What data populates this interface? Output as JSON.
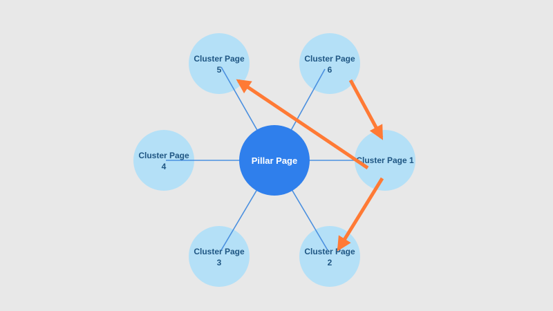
{
  "colors": {
    "background": "#e8e8e8",
    "pillar": "#2f7fec",
    "cluster": "#b4e0f7",
    "cluster_text": "#1f5683",
    "connector": "#4a8fdf",
    "arrow": "#ff7a35"
  },
  "pillar": {
    "label": "Pillar Page"
  },
  "clusters": [
    {
      "id": "1",
      "line1": "Cluster Page 1",
      "line2": ""
    },
    {
      "id": "2",
      "line1": "Cluster Page",
      "line2": "2"
    },
    {
      "id": "3",
      "line1": "Cluster Page",
      "line2": "3"
    },
    {
      "id": "4",
      "line1": "Cluster Page",
      "line2": "4"
    },
    {
      "id": "5",
      "line1": "Cluster Page",
      "line2": "5"
    },
    {
      "id": "6",
      "line1": "Cluster Page",
      "line2": "6"
    }
  ],
  "arrows": [
    {
      "from": "6",
      "to": "1"
    },
    {
      "from": "1",
      "to": "5"
    },
    {
      "from": "1",
      "to": "2"
    }
  ]
}
